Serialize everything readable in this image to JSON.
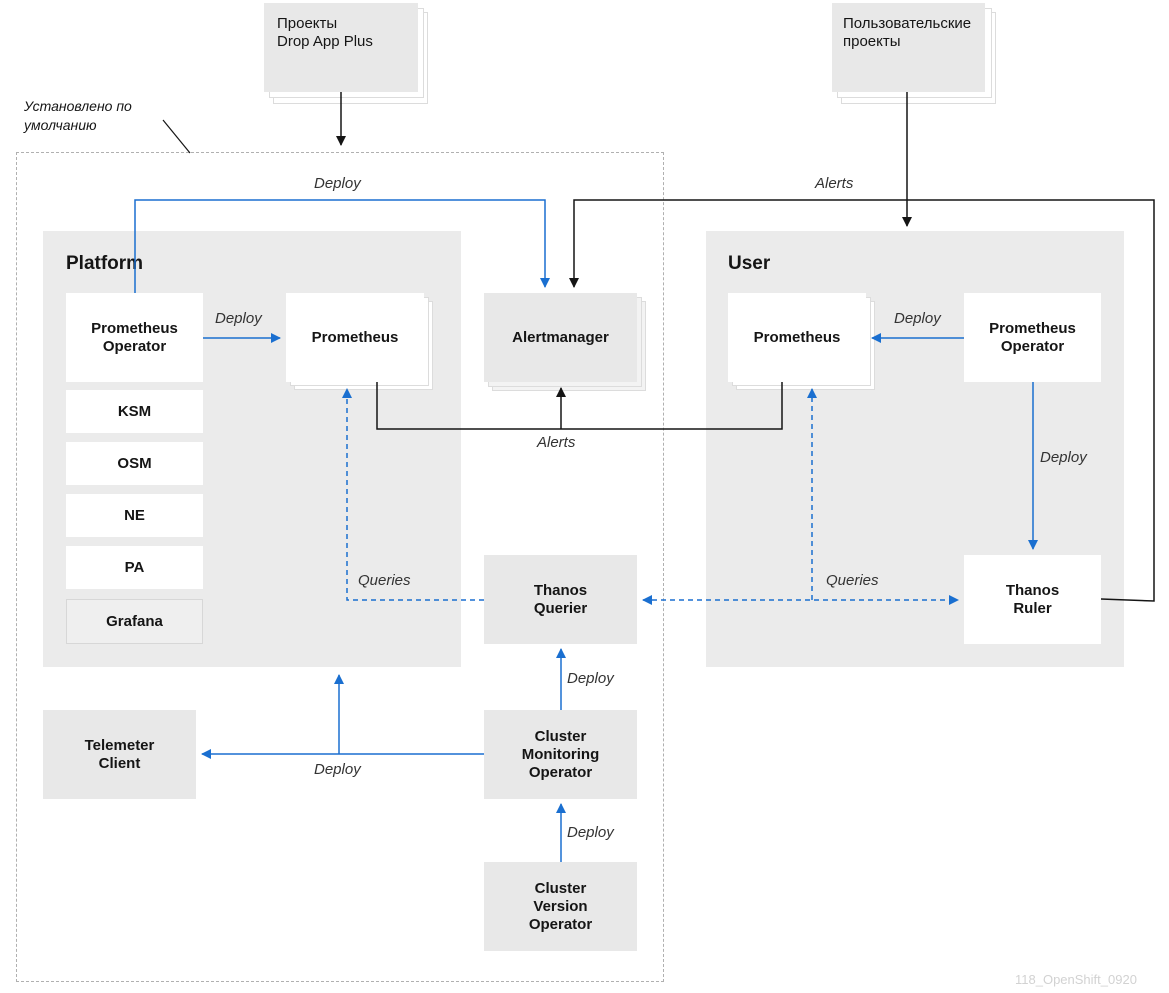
{
  "installed_label": "Установлено по\nумолчанию",
  "sources": {
    "platform_projects": "Проекты\nDrop App Plus",
    "user_projects": "Пользовательские\nпроекты"
  },
  "platform": {
    "title": "Platform",
    "prometheus_operator": "Prometheus\nOperator",
    "prometheus": "Prometheus",
    "ksm": "KSM",
    "osm": "OSM",
    "ne": "NE",
    "pa": "PA",
    "grafana": "Grafana"
  },
  "alertmanager": "Alertmanager",
  "user": {
    "title": "User",
    "prometheus": "Prometheus",
    "prometheus_operator": "Prometheus\nOperator",
    "thanos_ruler": "Thanos\nRuler"
  },
  "thanos_querier": "Thanos\nQuerier",
  "cluster_monitoring_operator": "Cluster\nMonitoring\nOperator",
  "cluster_version_operator": "Cluster\nVersion\nOperator",
  "telemeter_client": "Telemeter\nClient",
  "edge_labels": {
    "deploy": "Deploy",
    "alerts": "Alerts",
    "queries": "Queries"
  },
  "watermark": "118_OpenShift_0920",
  "colors": {
    "blue": "#1a6fd0",
    "black": "#151515",
    "region_bg": "#ebebeb",
    "dashed_border": "#b0b0b0"
  }
}
